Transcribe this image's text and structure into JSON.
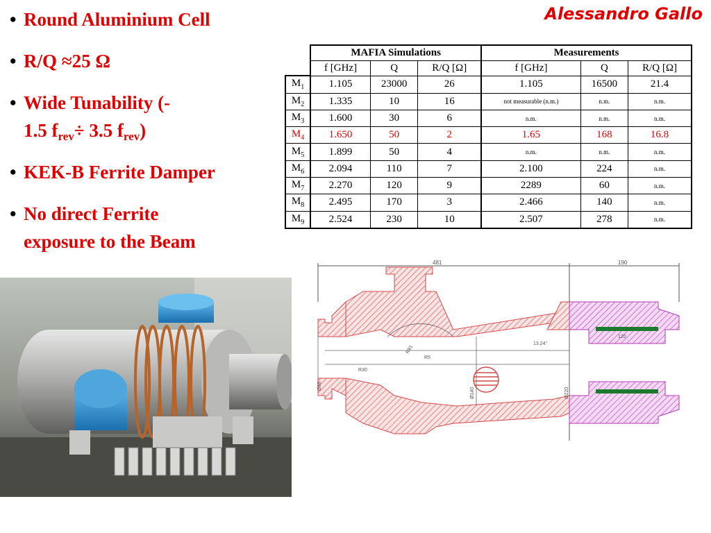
{
  "author": "Alessandro Gallo",
  "bullets": {
    "b1": "Round Aluminium Cell",
    "b2_pre": "R/Q ",
    "b2_approx": "≈",
    "b2_val": "25 Ω",
    "b3_line1": "Wide  Tunability (-",
    "b3_a": "1.5 f",
    "b3_sub1": "rev",
    "b3_div": "÷ 3.5 f",
    "b3_sub2": "rev",
    "b3_close": ")",
    "b4": "KEK-B Ferrite Damper",
    "b5_line1": "No direct Ferrite",
    "b5_line2": "exposure to the Beam"
  },
  "table": {
    "group_sim": "MAFIA Simulations",
    "group_meas": "Measurements",
    "col_f": "f [GHz]",
    "col_q": "Q",
    "col_rq": "R/Q [Ω]",
    "rows": [
      {
        "m": "M",
        "i": "1",
        "sf": "1.105",
        "sq": "23000",
        "srq": "26",
        "mf": "1.105",
        "mq": "16500",
        "mrq": "21.4"
      },
      {
        "m": "M",
        "i": "2",
        "sf": "1.335",
        "sq": "10",
        "srq": "16",
        "mf": "not measurable (n.m.)",
        "mq": "n.m.",
        "mrq": "n.m."
      },
      {
        "m": "M",
        "i": "3",
        "sf": "1.600",
        "sq": "30",
        "srq": "6",
        "mf": "n.m.",
        "mq": "n.m.",
        "mrq": "n.m."
      },
      {
        "m": "M",
        "i": "4",
        "sf": "1.650",
        "sq": "50",
        "srq": "2",
        "mf": "1.65",
        "mq": "168",
        "mrq": "16.8"
      },
      {
        "m": "M",
        "i": "5",
        "sf": "1.899",
        "sq": "50",
        "srq": "4",
        "mf": "n.m.",
        "mq": "n.m.",
        "mrq": "n.m."
      },
      {
        "m": "M",
        "i": "6",
        "sf": "2.094",
        "sq": "110",
        "srq": "7",
        "mf": "2.100",
        "mq": "224",
        "mrq": "n.m."
      },
      {
        "m": "M",
        "i": "7",
        "sf": "2.270",
        "sq": "120",
        "srq": "9",
        "mf": "2289",
        "mq": "60",
        "mrq": "n.m."
      },
      {
        "m": "M",
        "i": "8",
        "sf": "2.495",
        "sq": "170",
        "srq": "3",
        "mf": "2.466",
        "mq": "140",
        "mrq": "n.m."
      },
      {
        "m": "M",
        "i": "9",
        "sf": "2.524",
        "sq": "230",
        "srq": "10",
        "mf": "2.507",
        "mq": "278",
        "mrq": "n.m."
      }
    ]
  },
  "drawing": {
    "dim_481": "481",
    "dim_190": "190",
    "dim_120": "120",
    "dim_angle": "13.24°",
    "dim_r30": "R30",
    "dim_r5": "R5",
    "dim_r91": "R91",
    "dim_d68": "Ø68",
    "dim_d140": "Ø140",
    "dim_d220": "Ø220"
  }
}
